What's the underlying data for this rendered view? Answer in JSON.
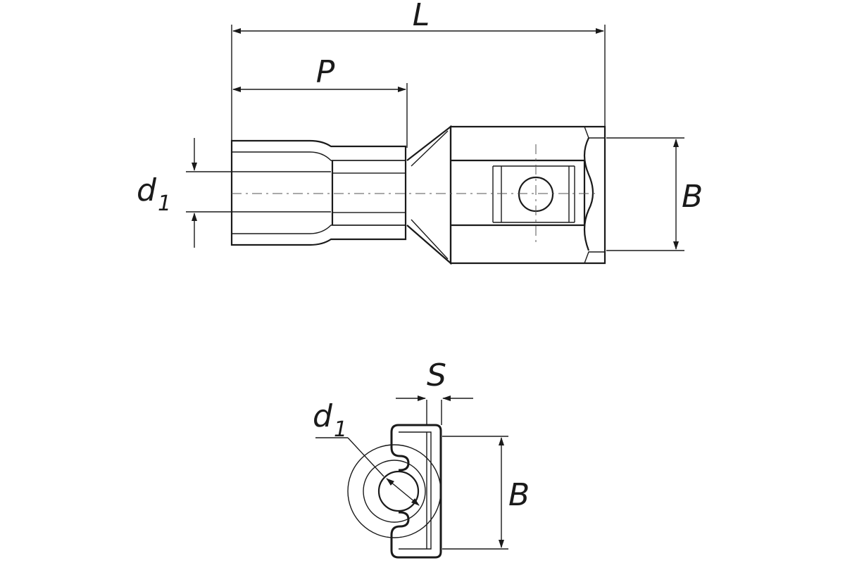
{
  "labels": {
    "length": "L",
    "pitch": "P",
    "diameter_main": "d",
    "diameter_main_sub": "1",
    "width_side": "B",
    "thickness": "S",
    "diameter_end": "d",
    "diameter_end_sub": "1",
    "width_end": "B"
  },
  "colors": {
    "line": "#1a1a1a",
    "hatch": "#777777",
    "sleeve_fill": "#d8d8d8",
    "sleeve_light": "#f2f2f2"
  }
}
